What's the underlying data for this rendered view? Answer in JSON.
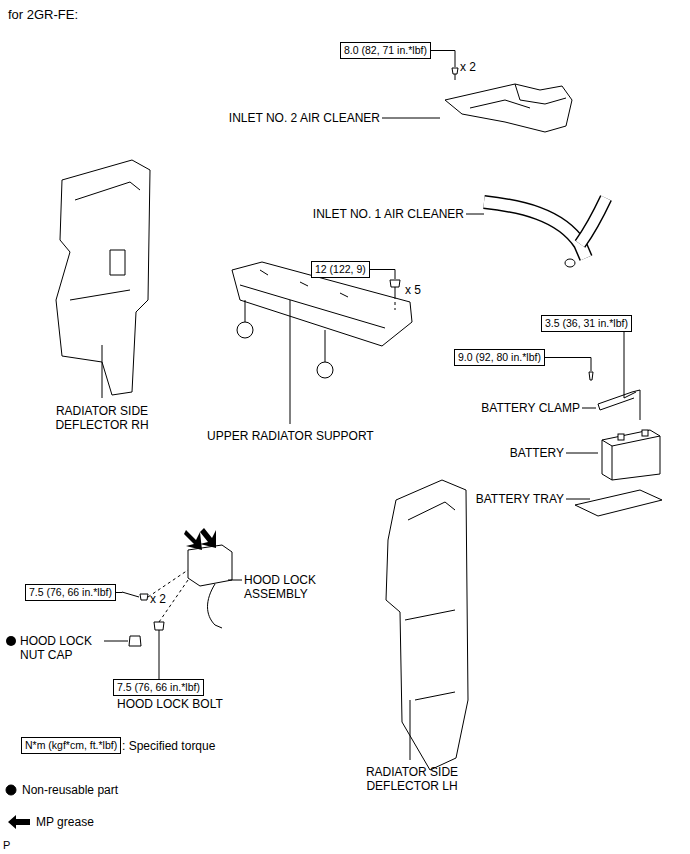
{
  "diagram": {
    "nodes": [
      {
        "text": [
          "8.0 (82, 71 in.*lbf)"
        ]
      },
      {
        "text": [
          "12 (122, 9)"
        ]
      },
      {
        "text": [
          "3.5 (36, 31 in.*lbf)"
        ]
      },
      {
        "text": [
          "9.0 (92, 80 in.*lbf)"
        ]
      },
      {
        "text": [
          "7.5 (76, 66 in.*lbf)"
        ]
      },
      {
        "text": [
          "7.5 (76, 66 in.*lbf)"
        ]
      },
      {
        "text": [
          "N*m (kgf*cm, ft.*lbf)"
        ]
      }
    ],
    "labels": [
      "for 2GR-FE:",
      "x 2",
      "INLET NO. 2 AIR CLEANER",
      "INLET NO. 1 AIR CLEANER",
      "x 5",
      "RADIATOR SIDE DEFLECTOR RH",
      "UPPER RADIATOR SUPPORT",
      "BATTERY CLAMP",
      "BATTERY",
      "BATTERY TRAY",
      "x 2",
      "HOOD LOCK ASSEMBLY",
      "HOOD LOCK NUT CAP",
      "HOOD LOCK BOLT",
      "RADIATOR SIDE DEFLECTOR LH",
      ": Specified torque",
      "P"
    ],
    "legend": [
      {
        "text": "Non-reusable part"
      },
      {
        "text": "MP grease"
      }
    ]
  }
}
